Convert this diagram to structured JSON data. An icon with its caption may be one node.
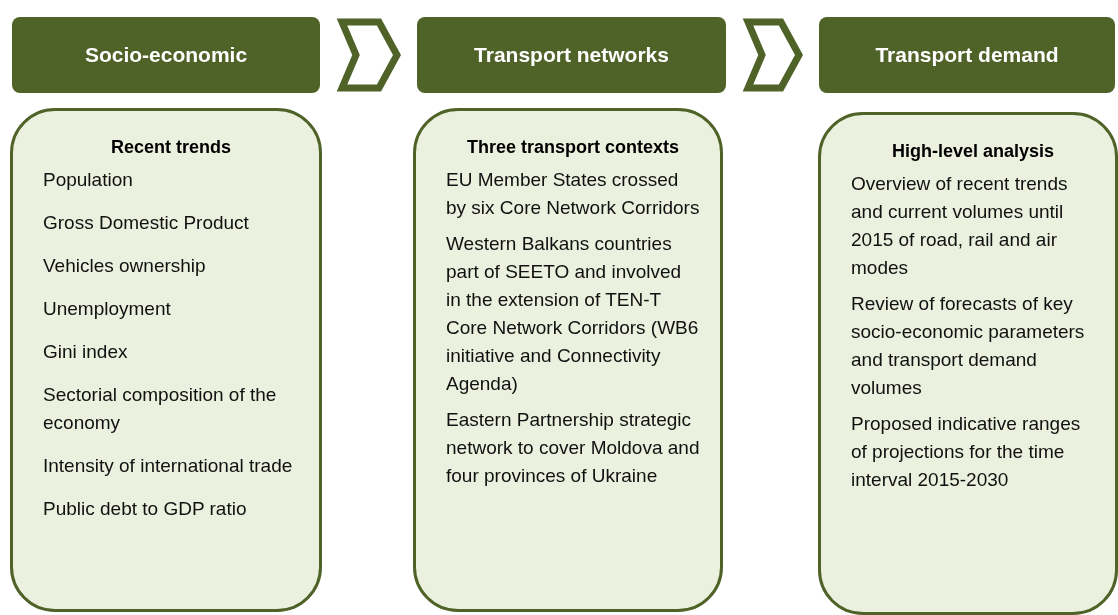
{
  "diagram": {
    "nodes": [
      {
        "text": [
          "Socio-economic"
        ]
      },
      {
        "text": [
          "Transport networks"
        ]
      },
      {
        "text": [
          "Transport demand"
        ]
      },
      {
        "text": [
          "Recent trends",
          "Population",
          "Gross Domestic Product",
          "Vehicles ownership",
          "Unemployment",
          "Gini index",
          "Sectorial composition of the economy",
          "Intensity of international trade",
          "Public debt to GDP ratio"
        ]
      },
      {
        "text": [
          "Three transport  contexts",
          "EU Member States crossed by six Core Network Corridors",
          "Western Balkans countries  part of SEETO and involved in the extension of TEN-T Core Network Corridors (WB6 initiative and Connectivity Agenda)",
          "Eastern Partnership strategic network to cover Moldova and four provinces of Ukraine"
        ]
      },
      {
        "text": [
          "High-level analysis",
          "Overview of recent trends and current volumes until 2015 of road, rail and air modes",
          "Review of forecasts of key socio-economic parameters and transport demand volumes",
          "Proposed indicative ranges of projections for the time interval 2015-2030"
        ]
      }
    ],
    "edges": [
      {
        "from": 0,
        "to": 1,
        "arrow": "to"
      },
      {
        "from": 1,
        "to": 2,
        "arrow": "to"
      }
    ]
  }
}
